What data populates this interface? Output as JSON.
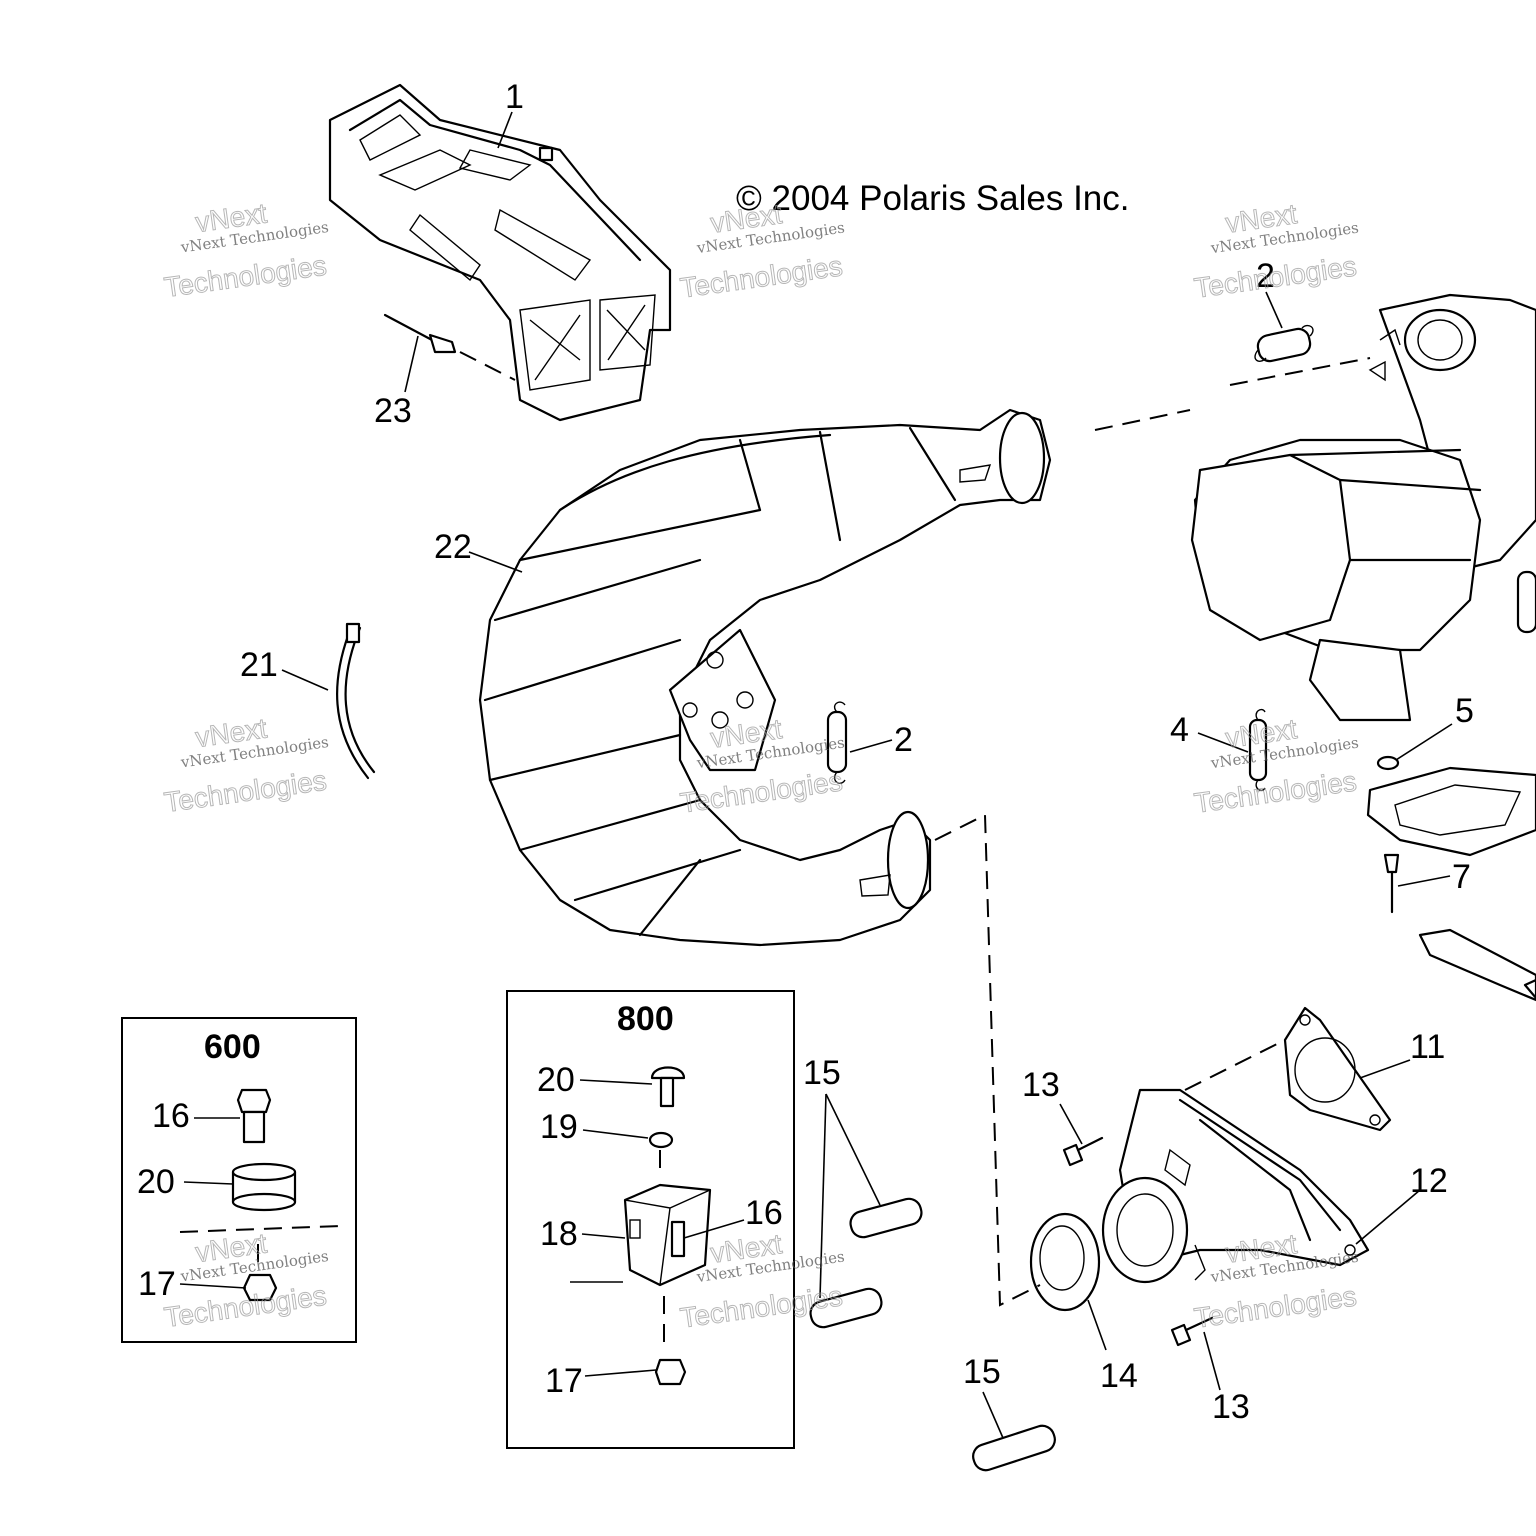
{
  "copyright": "© 2004 Polaris Sales Inc.",
  "watermark": {
    "line1": "vNext Technologies",
    "line2": "vNext",
    "line3": "Technologies"
  },
  "boxes": {
    "box_600": {
      "title": "600"
    },
    "box_800": {
      "title": "800"
    }
  },
  "callouts": {
    "c1": "1",
    "c2a": "2",
    "c2b": "2",
    "c4": "4",
    "c5": "5",
    "c7": "7",
    "c11": "11",
    "c12": "12",
    "c13a": "13",
    "c13b": "13",
    "c14": "14",
    "c15a": "15",
    "c15b": "15",
    "c16a": "16",
    "c16b": "16",
    "c17a": "17",
    "c17b": "17",
    "c18": "18",
    "c19": "19",
    "c20a": "20",
    "c20b": "20",
    "c21": "21",
    "c22": "22",
    "c23": "23"
  }
}
